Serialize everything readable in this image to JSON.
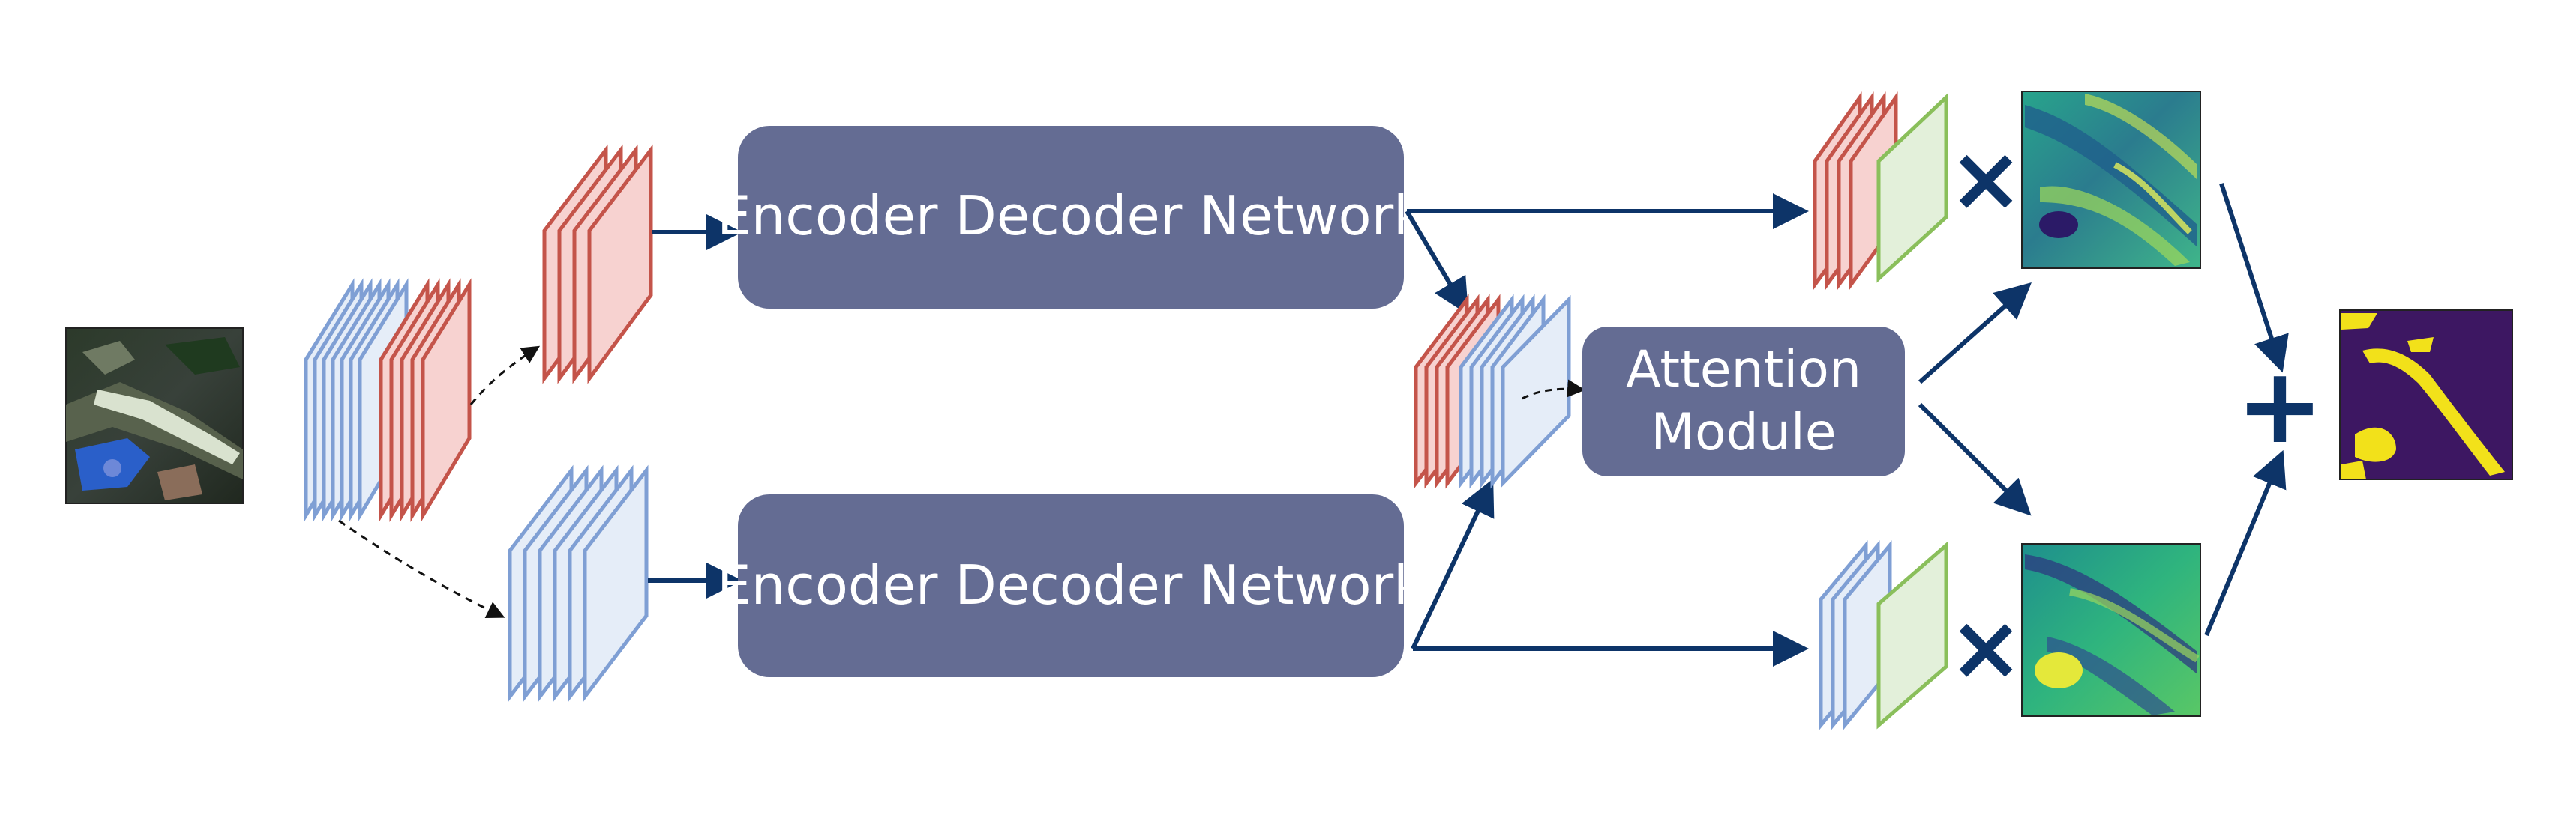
{
  "labels": {
    "encoder_top": "Encoder Decoder Network",
    "encoder_bottom": "Encoder Decoder Network",
    "attention_line1": "Attention",
    "attention_line2": "Module"
  },
  "symbols": {
    "multiply": "×",
    "plus": "+"
  },
  "colors": {
    "box_fill": "#646c93",
    "arrow": "#0d3468",
    "red_stroke": "#c4544a",
    "red_fill": "#f7d2d0",
    "blue_stroke": "#7f9fd4",
    "blue_fill": "#e5edf8",
    "green_stroke": "#8abf5b",
    "green_fill": "#e3f0da",
    "heat_dark": "#2f1f6b",
    "heat_mid": "#1d9a8a",
    "heat_light": "#cde64a",
    "seg_bg": "#3d1762",
    "seg_fg": "#f2e11a"
  }
}
